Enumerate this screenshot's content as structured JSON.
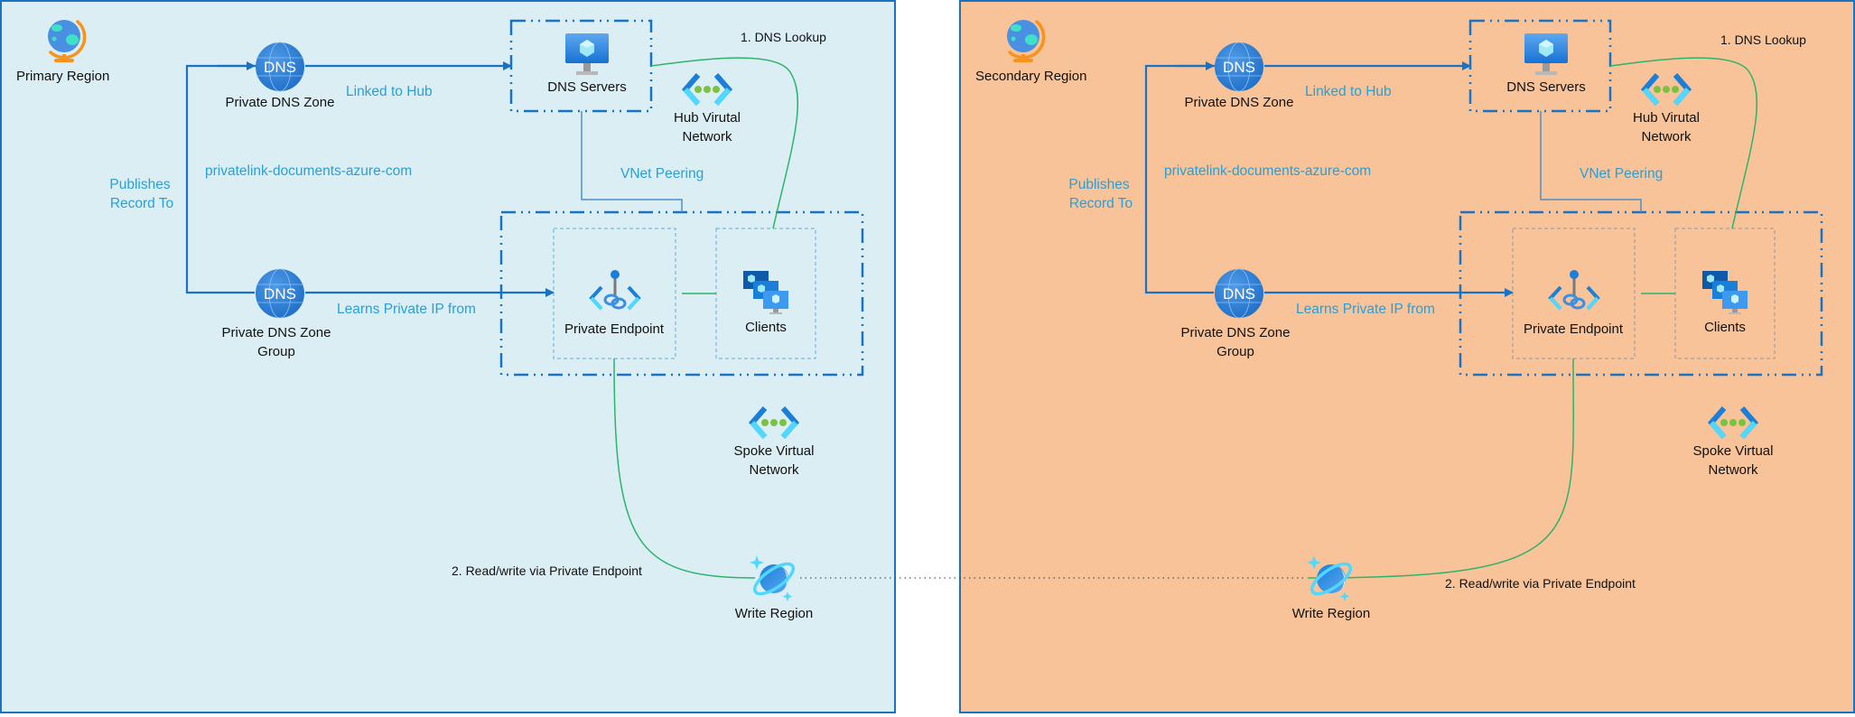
{
  "colors": {
    "primary_bg": "#dbeef4",
    "secondary_bg": "#f8c399",
    "border": "#1a73c2",
    "connector_blue": "#1a73c2",
    "connector_green": "#2db36a",
    "label_blue": "#2a9fd6"
  },
  "regions": [
    {
      "title": "Primary Region",
      "icon": "globe-icon",
      "private_dns_zone": "Private DNS Zone",
      "linked_to_hub": "Linked to Hub",
      "dns_servers": "DNS Servers",
      "dns_lookup": "1. DNS Lookup",
      "hub_vnet_line1": "Hub Virutal",
      "hub_vnet_line2": "Network",
      "zone_name": "privatelink-documents-azure-com",
      "publishes_line1": "Publishes",
      "publishes_line2": "Record To",
      "vnet_peering": "VNet Peering",
      "dns_zone_group_line1": "Private DNS Zone",
      "dns_zone_group_line2": "Group",
      "learns_ip": "Learns Private IP from",
      "private_endpoint": "Private Endpoint",
      "clients": "Clients",
      "spoke_vnet_line1": "Spoke Virtual",
      "spoke_vnet_line2": "Network",
      "read_write": "2. Read/write via Private Endpoint",
      "write_region": "Write Region"
    },
    {
      "title": "Secondary Region",
      "icon": "globe-icon",
      "private_dns_zone": "Private DNS Zone",
      "linked_to_hub": "Linked to Hub",
      "dns_servers": "DNS Servers",
      "dns_lookup": "1. DNS Lookup",
      "hub_vnet_line1": "Hub Virutal",
      "hub_vnet_line2": "Network",
      "zone_name": "privatelink-documents-azure-com",
      "publishes_line1": "Publishes",
      "publishes_line2": "Record To",
      "vnet_peering": "VNet Peering",
      "dns_zone_group_line1": "Private DNS Zone",
      "dns_zone_group_line2": "Group",
      "learns_ip": "Learns Private IP from",
      "private_endpoint": "Private Endpoint",
      "clients": "Clients",
      "spoke_vnet_line1": "Spoke Virtual",
      "spoke_vnet_line2": "Network",
      "read_write": "2. Read/write via Private Endpoint",
      "write_region": "Write Region"
    }
  ],
  "dns_icon_text": "DNS",
  "replication_link": "dotted"
}
